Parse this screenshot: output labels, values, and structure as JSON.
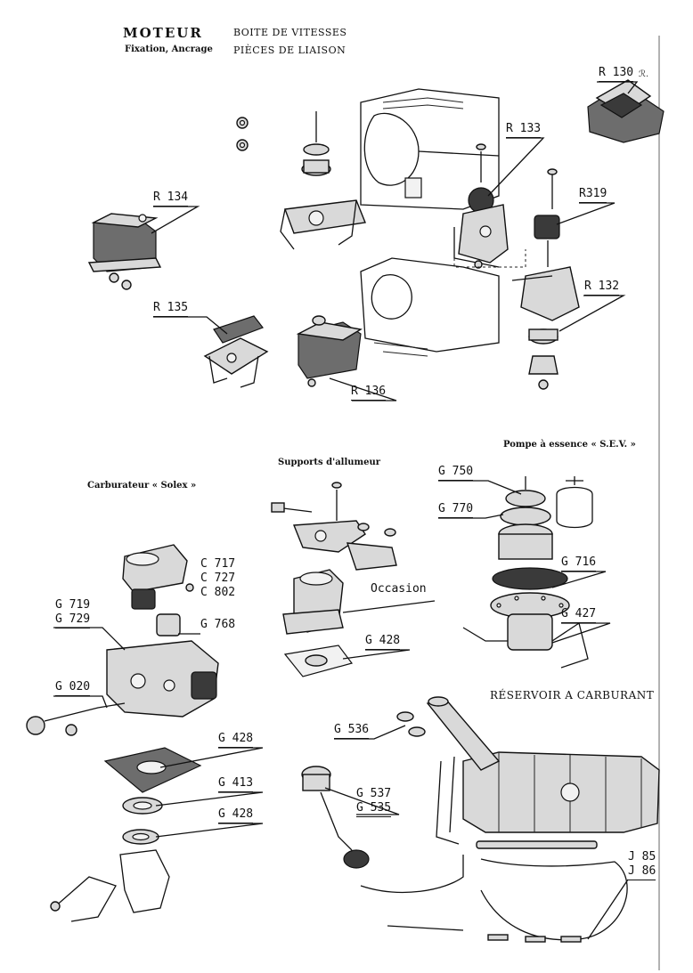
{
  "header": {
    "title": "MOTEUR",
    "subtitle": "Fixation, Ancrage",
    "line1": "BOITE DE VITESSES",
    "line2": "PIÈCES DE LIAISON"
  },
  "sections": {
    "pump": "Pompe à essence « S.E.V. »",
    "distributor": "Supports d'allumeur",
    "carburetor": "Carburateur « Solex »",
    "tank": "RÉSERVOIR A CARBURANT"
  },
  "corner_mark": "ℛ.",
  "labels": {
    "r130": "R 130",
    "r133": "R 133",
    "r134": "R 134",
    "r319": "R319",
    "r132": "R 132",
    "r135": "R 135",
    "r136": "R 136",
    "g750": "G 750",
    "g770": "G 770",
    "g716": "G 716",
    "g427": "G 427",
    "occasion": "Occasion",
    "g428_mid": "G 428",
    "c717": "C 717",
    "c727": "C 727",
    "c802": "C 802",
    "g719": "G 719",
    "g729": "G 729",
    "g768": "G 768",
    "g020": "G 020",
    "g428_a": "G 428",
    "g413": "G 413",
    "g428_b": "G 428",
    "g536": "G 536",
    "g537": "G 537",
    "g535": "G 535",
    "j85": "J 85",
    "j86": "J 86"
  }
}
